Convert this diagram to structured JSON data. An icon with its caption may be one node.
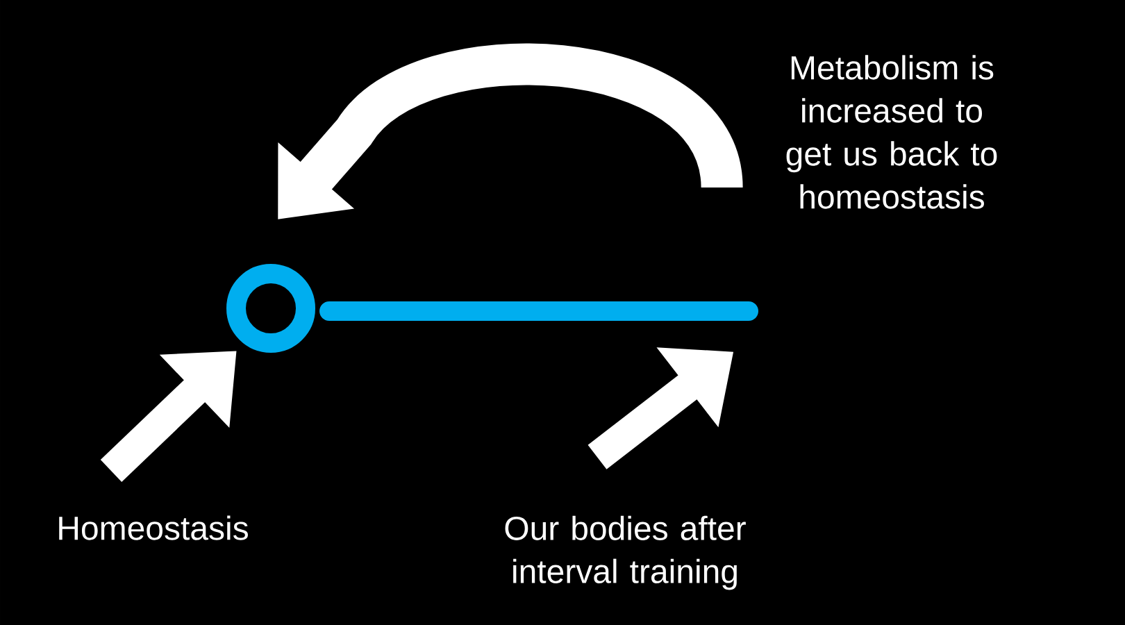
{
  "diagram": {
    "nodes": [
      {
        "text": [
          "Metabolism is increased to get us back to homeostasis"
        ]
      },
      {
        "text": [],
        "shape": "circle"
      },
      {
        "text": [],
        "shape": "bar"
      },
      {
        "text": [
          "Homeostasis"
        ]
      },
      {
        "text": [
          "Our bodies after interval training"
        ]
      }
    ],
    "edges": [
      {
        "from": 0,
        "to": 1,
        "arrow": "to"
      },
      {
        "from": 3,
        "to": 1,
        "arrow": "to"
      },
      {
        "from": 4,
        "to": 2,
        "arrow": "to"
      }
    ]
  }
}
